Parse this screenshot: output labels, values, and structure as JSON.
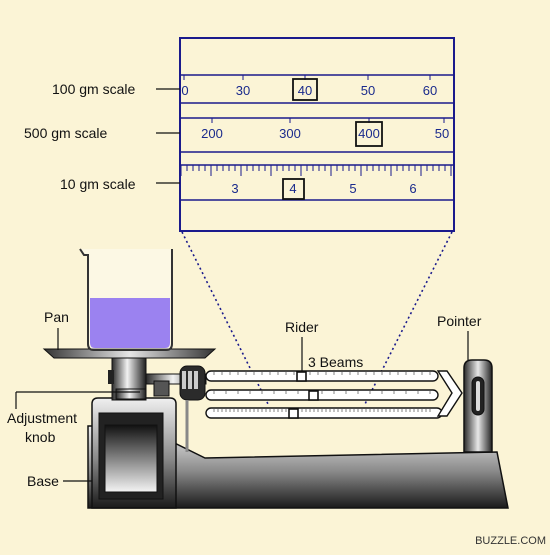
{
  "colors": {
    "background": "#fbf4d6",
    "scale_text": "#1a2a8c",
    "liquid": "#9b82f0",
    "beam_fill": "#ffffff"
  },
  "labels": {
    "scale_100": "100 gm scale",
    "scale_500": "500 gm scale",
    "scale_10": "10 gm scale",
    "pan": "Pan",
    "adjustment_knob_line1": "Adjustment",
    "adjustment_knob_line2": "knob",
    "base": "Base",
    "rider": "Rider",
    "beams": "3 Beams",
    "pointer": "Pointer"
  },
  "scales": {
    "scale_100": {
      "ticks": [
        "0",
        "30",
        "40",
        "50",
        "60"
      ],
      "selected": "40"
    },
    "scale_500": {
      "ticks": [
        "200",
        "300",
        "400",
        "50"
      ],
      "selected": "400"
    },
    "scale_10": {
      "ticks": [
        "3",
        "4",
        "5",
        "6"
      ],
      "selected": "4"
    }
  },
  "watermark": "BUZZLE.COM"
}
